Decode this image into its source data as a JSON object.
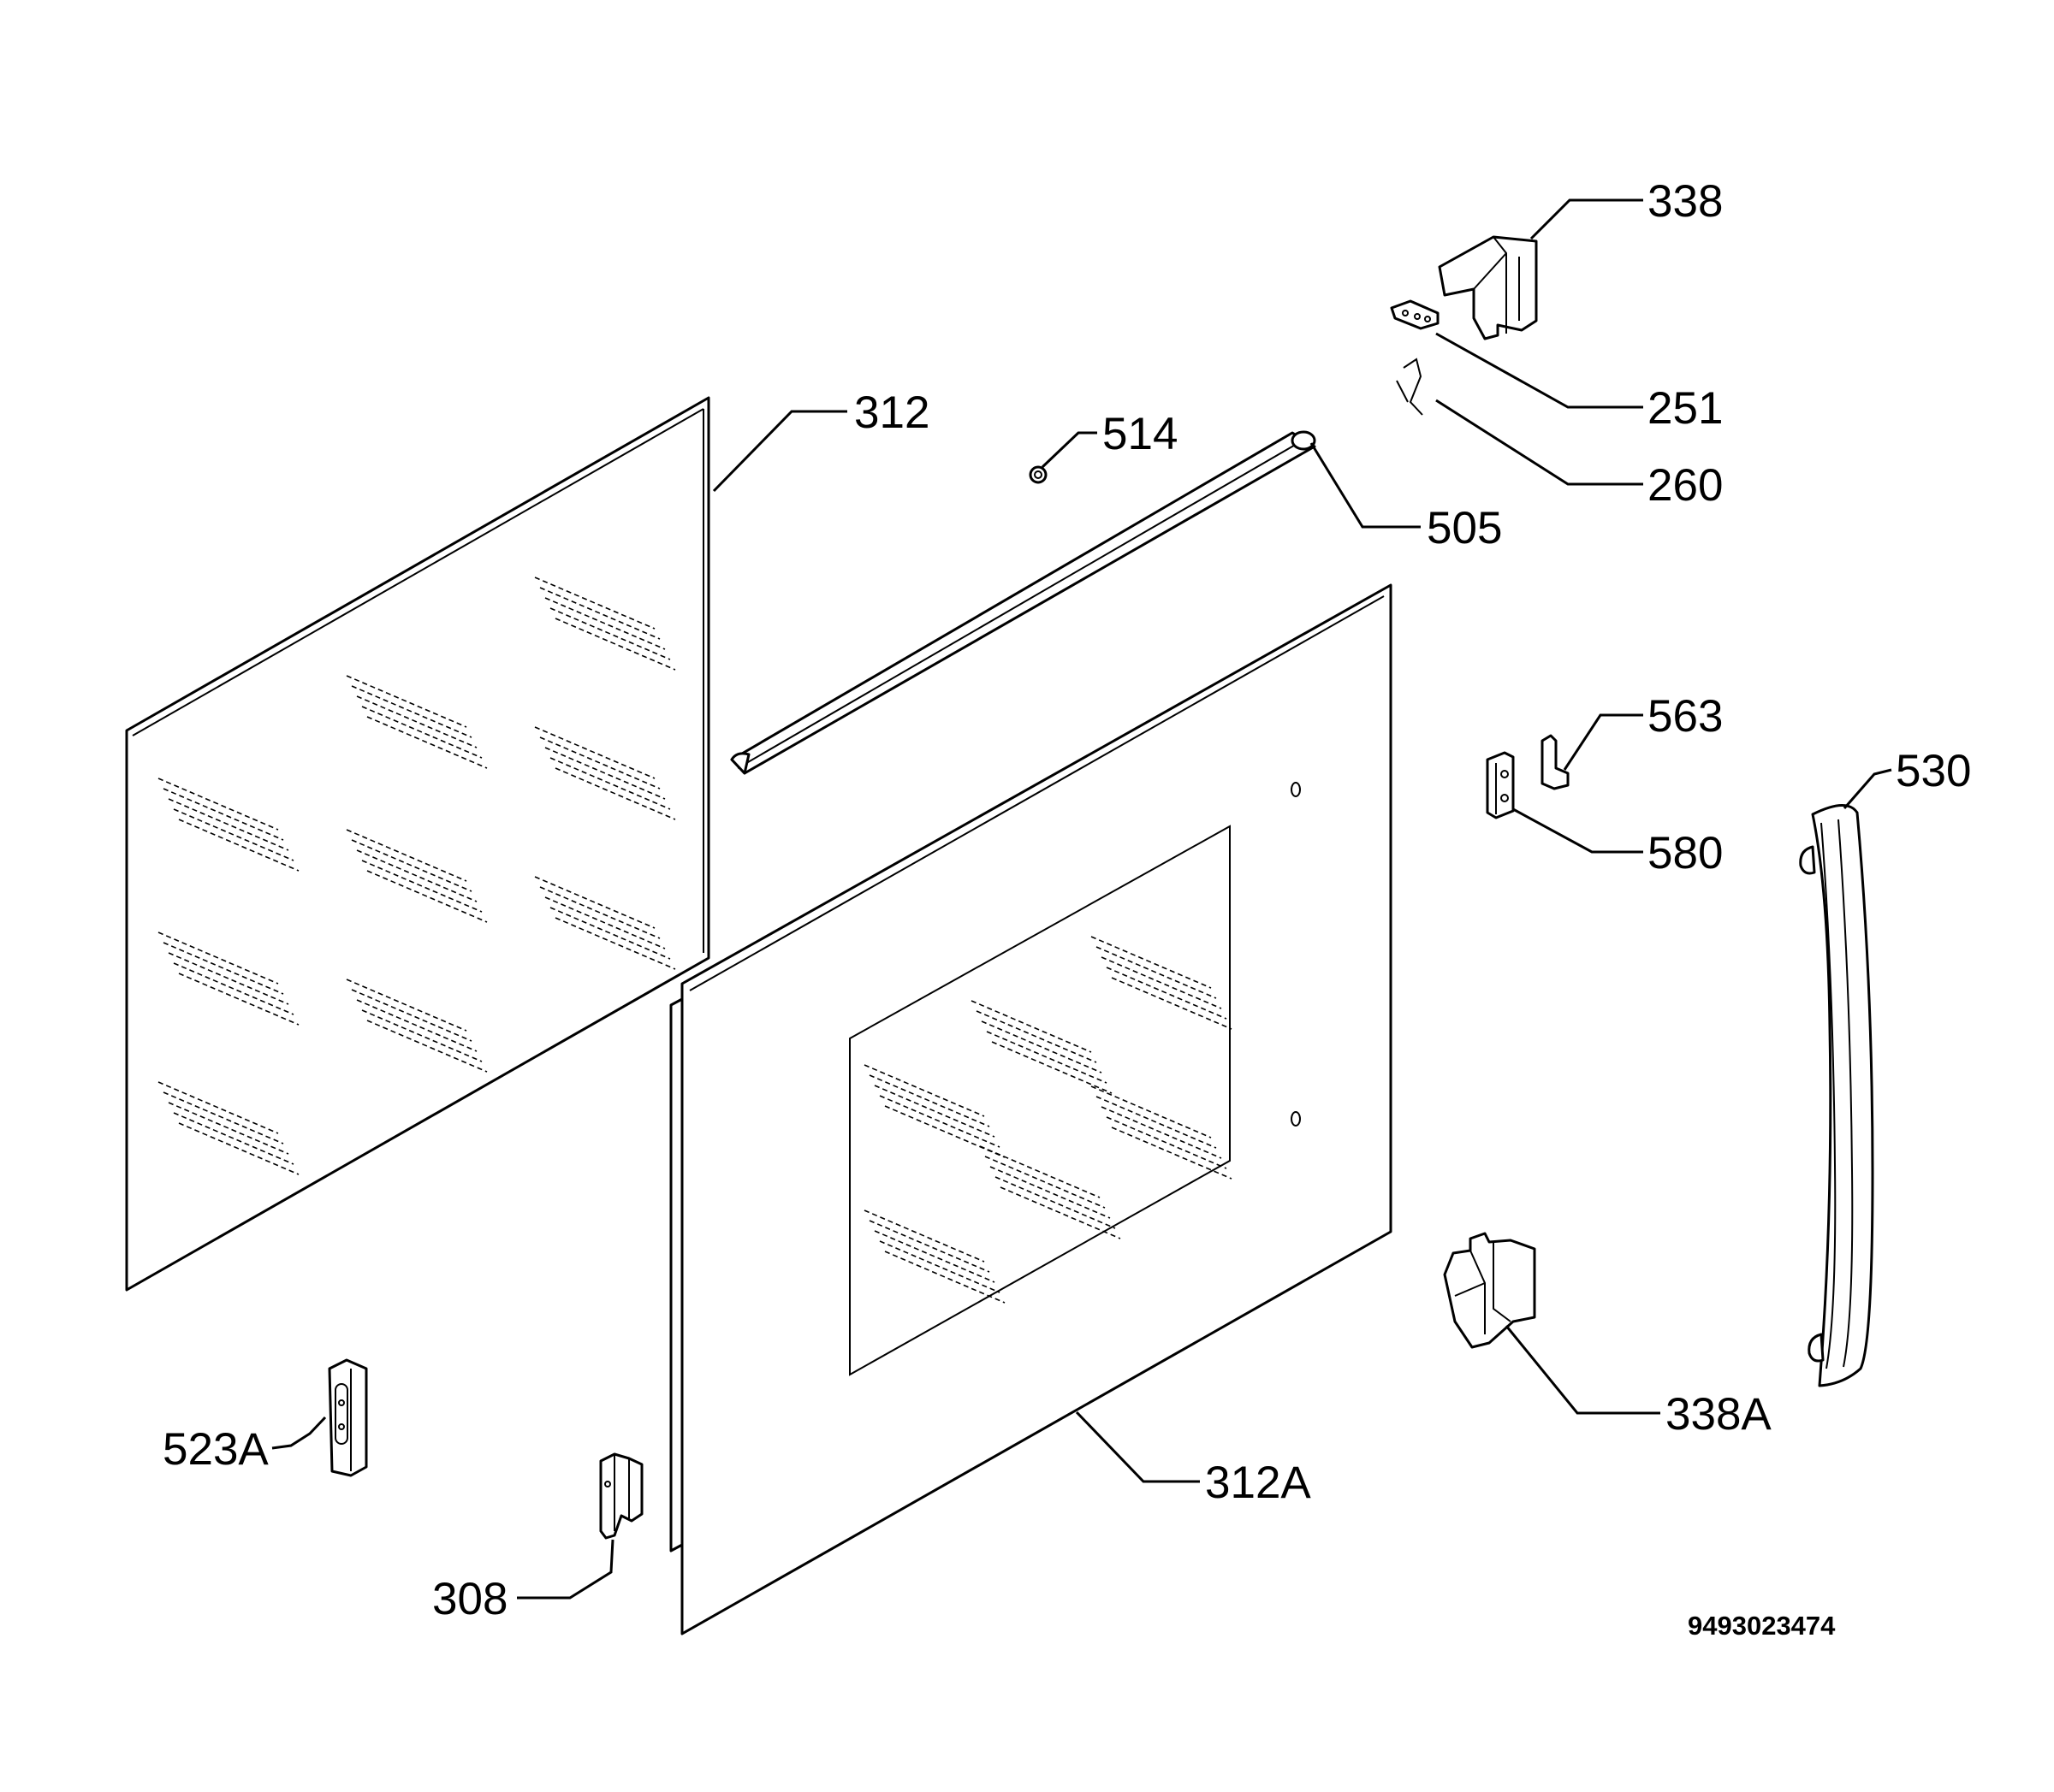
{
  "callouts": {
    "p338": "338",
    "p251": "251",
    "p260": "260",
    "p312": "312",
    "p514": "514",
    "p505": "505",
    "p563": "563",
    "p580": "580",
    "p530": "530",
    "p523A": "523A",
    "p308": "308",
    "p312A": "312A",
    "p338A": "338A"
  },
  "document_number": "9493023474"
}
